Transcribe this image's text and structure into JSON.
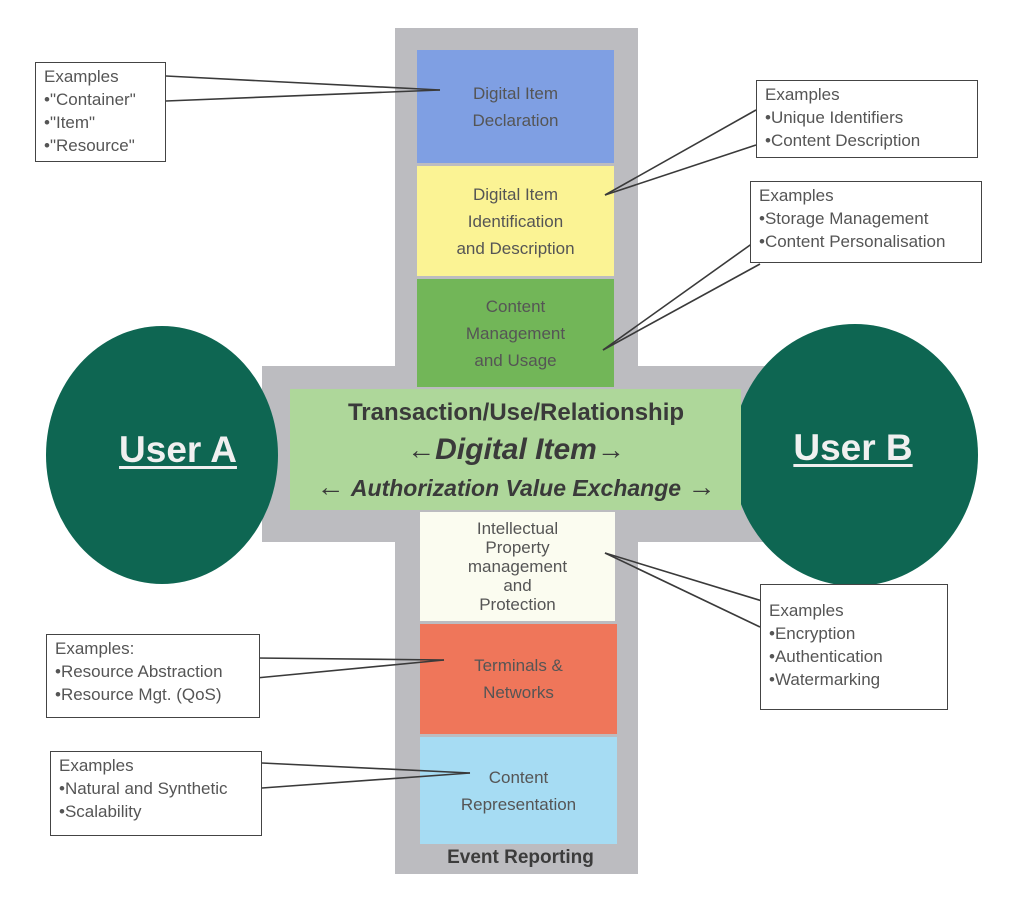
{
  "blocks": {
    "did": {
      "lines": [
        "Digital Item",
        "Declaration"
      ],
      "color": "#7f9fe3"
    },
    "diid": {
      "lines": [
        "Digital Item",
        "Identification",
        "and Description"
      ],
      "color": "#fbf394"
    },
    "cmu": {
      "lines": [
        "Content",
        "Management",
        "and Usage"
      ],
      "color": "#72b658"
    },
    "ipmp": {
      "lines": [
        "Intellectual",
        "Property",
        "management",
        "and",
        "Protection"
      ],
      "color": "#fbfcf0"
    },
    "tn": {
      "lines": [
        "Terminals &",
        "Networks"
      ],
      "color": "#ef765a"
    },
    "cr": {
      "lines": [
        "Content",
        "Representation"
      ],
      "color": "#a6dcf3"
    }
  },
  "notes": {
    "did": [
      "Examples",
      "•\"Container\"",
      "•\"Item\"",
      "•\"Resource\""
    ],
    "diid": [
      "Examples",
      "•Unique Identifiers",
      "•Content Description"
    ],
    "cmu": [
      "Examples",
      "•Storage Management",
      "•Content Personalisation"
    ],
    "ipmp": [
      "Examples",
      "•Encryption",
      "•Authentication",
      "•Watermarking"
    ],
    "tn": [
      "Examples:",
      "•Resource Abstraction",
      "•Resource Mgt. (QoS)"
    ],
    "cr": [
      "Examples",
      "•Natural and Synthetic",
      "•Scalability"
    ]
  },
  "users": {
    "a": "User A",
    "b": "User B",
    "color": "#0e6652"
  },
  "center": {
    "line1": "Transaction/Use/Relationship",
    "line2_arrow_left": "←",
    "line2_text": "Digital Item",
    "line2_arrow_right": "→",
    "line3_arrow_left": "←",
    "line3_text": "Authorization Value Exchange",
    "line3_arrow_right": "→",
    "color": "#aed79a"
  },
  "event_reporting": "Event Reporting",
  "frame_color": "#bcbcc0"
}
